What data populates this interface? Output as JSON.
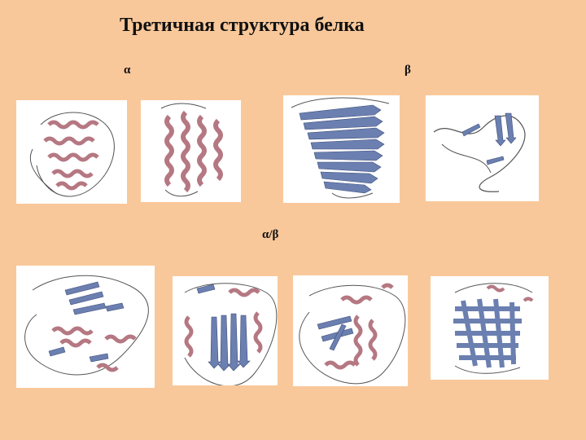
{
  "slide": {
    "title": "Третичная структура белка",
    "labels": {
      "alpha": "α",
      "beta": "β",
      "alpha_beta": "α/β"
    }
  },
  "colors": {
    "background": "#f9c89a",
    "helix": "#b57882",
    "strand": "#6b7fb0",
    "loop": "#555555"
  },
  "panels": {
    "alpha": [
      "all-alpha protein, globular helical bundle",
      "all-alpha protein, four-helix bundle"
    ],
    "beta": [
      "all-beta protein, beta-helix",
      "all-beta protein, small beta sheet with loops"
    ],
    "alpha_beta": [
      "alpha/beta protein",
      "alpha/beta protein, central sheet",
      "alpha/beta protein",
      "beta-barrel with helices"
    ]
  }
}
